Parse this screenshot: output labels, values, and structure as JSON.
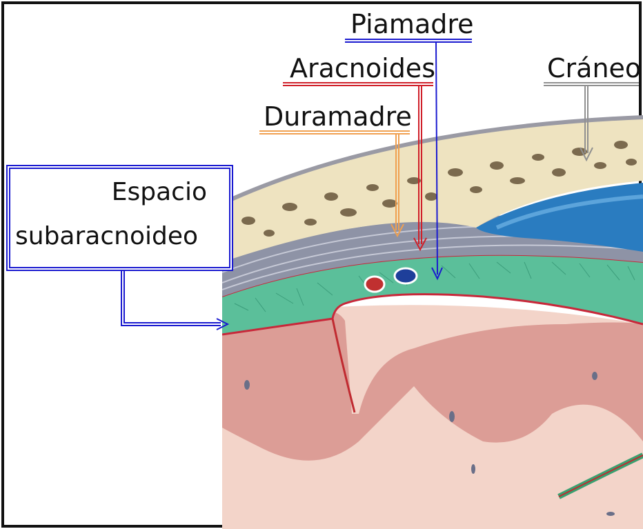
{
  "labels": {
    "piamadre": "Piamadre",
    "aracnoides": "Aracnoides",
    "duramadre": "Duramadre",
    "craneo": "Cráneo",
    "espacio_line1": "Espacio",
    "espacio_line2": "subaracnoideo"
  },
  "colors": {
    "piamadre": "#1a1ad0",
    "aracnoides": "#d0202a",
    "duramadre": "#f0a050",
    "craneo": "#909090",
    "espacio": "#1a1ad0",
    "bone": "#eee3c0",
    "bone_pore": "#7b6a4e",
    "dura": "#8e93a6",
    "subarachnoid": "#5bbf9a",
    "cortex": "#dc9d96",
    "white_matter": "#f3d4c9",
    "sinus": "#2a7cc0"
  }
}
